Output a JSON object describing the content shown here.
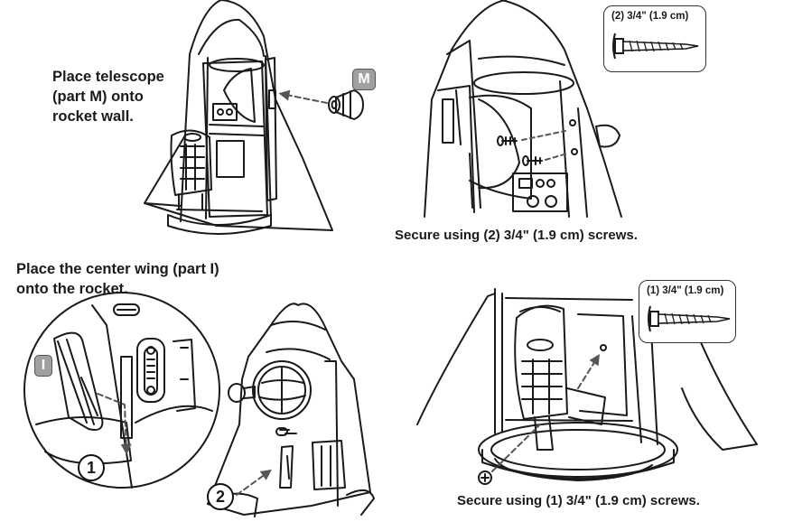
{
  "steps": {
    "telescope": {
      "instruction": "Place telescope\n(part M) onto\nrocket wall.",
      "part_badge": "M"
    },
    "screws_top": {
      "callout_label": "(2) 3/4\" (1.9 cm)",
      "caption": "Secure using (2) 3/4\" (1.9 cm) screws."
    },
    "center_wing": {
      "instruction": "Place the center wing (part I)\nonto the rocket.",
      "part_badge": "I",
      "callout_step_1": "1",
      "callout_step_2": "2"
    },
    "screws_bottom": {
      "callout_label": "(1) 3/4\" (1.9 cm)",
      "caption": "Secure using (1) 3/4\" (1.9 cm) screws."
    }
  },
  "colors": {
    "line": "#1a1a1a",
    "badge_fill": "#a0a0a0",
    "arrow": "#555555"
  },
  "icons": [
    "telescope-part",
    "screw-icon",
    "rocket-illustration",
    "seat-illustration",
    "arrow-dashed"
  ]
}
